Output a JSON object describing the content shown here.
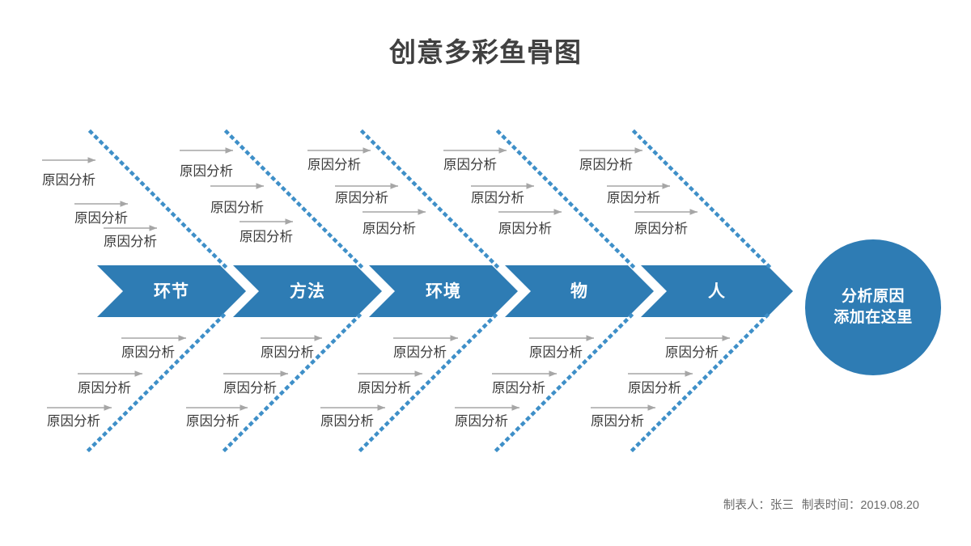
{
  "title": "创意多彩鱼骨图",
  "theme": {
    "accent_blue": "#2E7CB4",
    "dotted_blue": "#3E8FC8",
    "arrow_gray": "#A6A6A6",
    "label_text": "#3a3a3a",
    "title_text": "#404040",
    "footer_text": "#6b6b6b",
    "background": "#ffffff"
  },
  "spine": {
    "chevrons": [
      {
        "label": "环节"
      },
      {
        "label": "方法"
      },
      {
        "label": "环境"
      },
      {
        "label": "物"
      },
      {
        "label": "人"
      }
    ]
  },
  "head": {
    "line1": "分析原因",
    "line2": "添加在这里"
  },
  "cause_label": "原因分析",
  "top_groups": [
    {
      "bone": "环节",
      "causes": [
        "原因分析",
        "原因分析",
        "原因分析"
      ]
    },
    {
      "bone": "方法",
      "causes": [
        "原因分析",
        "原因分析",
        "原因分析"
      ]
    },
    {
      "bone": "环境",
      "causes": [
        "原因分析",
        "原因分析",
        "原因分析"
      ]
    },
    {
      "bone": "物",
      "causes": [
        "原因分析",
        "原因分析",
        "原因分析"
      ]
    },
    {
      "bone": "人",
      "causes": [
        "原因分析",
        "原因分析",
        "原因分析"
      ]
    }
  ],
  "bottom_groups": [
    {
      "bone": "环节",
      "causes": [
        "原因分析",
        "原因分析",
        "原因分析"
      ]
    },
    {
      "bone": "方法",
      "causes": [
        "原因分析",
        "原因分析",
        "原因分析"
      ]
    },
    {
      "bone": "环境",
      "causes": [
        "原因分析",
        "原因分析",
        "原因分析"
      ]
    },
    {
      "bone": "物",
      "causes": [
        "原因分析",
        "原因分析",
        "原因分析"
      ]
    },
    {
      "bone": "人",
      "causes": [
        "原因分析",
        "原因分析",
        "原因分析"
      ]
    }
  ],
  "footer": {
    "author": "制表人：张三",
    "date": "制表时间：2019.08.20"
  }
}
